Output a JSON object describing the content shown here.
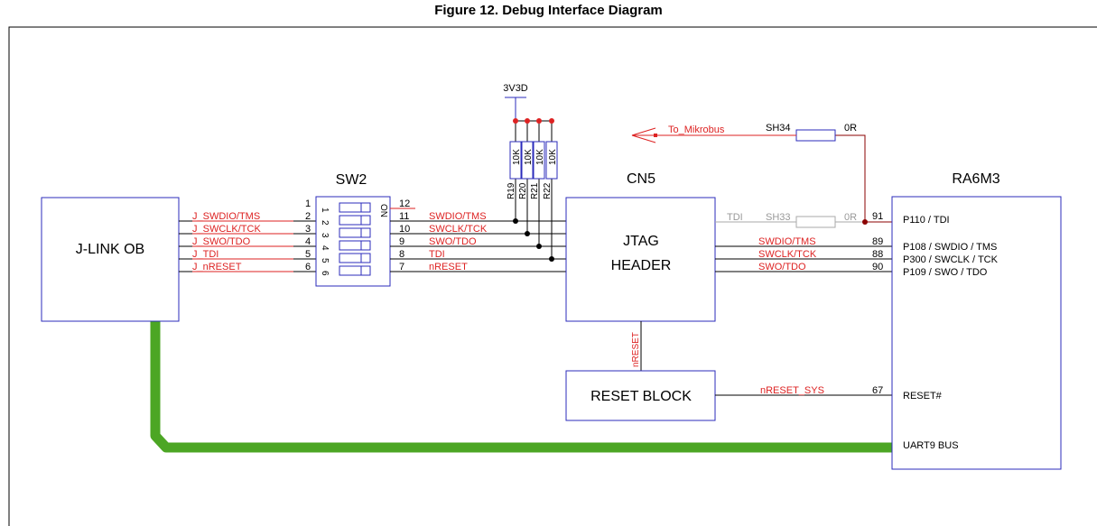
{
  "figure_title": "Figure 12. Debug Interface Diagram",
  "colors": {
    "signal": "#dd2222",
    "wire": "#000000",
    "bus": "#4ca624",
    "box": "#2b2bbb",
    "muted": "#999999",
    "junction": "#8b0000"
  },
  "blocks": {
    "jlink": "J-LINK OB",
    "sw2_title": "SW2",
    "sw2_on": "ON",
    "cn5_title": "CN5",
    "cn5_line1": "JTAG",
    "cn5_line2": "HEADER",
    "reset_block": "RESET BLOCK",
    "mcu_title": "RA6M3"
  },
  "power": {
    "rail": "3V3D",
    "resistors": [
      {
        "ref": "R19",
        "value": "10K"
      },
      {
        "ref": "R20",
        "value": "10K"
      },
      {
        "ref": "R21",
        "value": "10K"
      },
      {
        "ref": "R22",
        "value": "10K"
      }
    ]
  },
  "sw2_pins_left": [
    "1",
    "2",
    "3",
    "4",
    "5",
    "6"
  ],
  "sw2_pins_right": [
    "12",
    "11",
    "10",
    "9",
    "8",
    "7"
  ],
  "sw2_switch_numbers": [
    "1",
    "2",
    "3",
    "4",
    "5",
    "6"
  ],
  "left_nets": [
    "J_SWDIO/TMS",
    "J_SWCLK/TCK",
    "J_SWO/TDO",
    "J_TDI",
    "J_nRESET"
  ],
  "mid_nets": [
    "SWDIO/TMS",
    "SWCLK/TCK",
    "SWO/TDO",
    "TDI",
    "nRESET"
  ],
  "mikrobus": {
    "net": "To_Mikrobus",
    "ref": "SH34",
    "value": "0R"
  },
  "tdi_link": {
    "net": "TDI",
    "ref": "SH33",
    "value": "0R"
  },
  "right_nets": [
    "SWDIO/TMS",
    "SWCLK/TCK",
    "SWO/TDO"
  ],
  "mcu_pins": [
    {
      "num": "91",
      "name": "P110 / TDI"
    },
    {
      "num": "89",
      "name": "P108 / SWDIO / TMS"
    },
    {
      "num": "88",
      "name": "P300 / SWCLK / TCK"
    },
    {
      "num": "90",
      "name": "P109 / SWO / TDO"
    },
    {
      "num": "67",
      "name": "RESET#"
    }
  ],
  "uart": "UART9 BUS",
  "reset_net_vertical": "nRESET",
  "reset_sys_net": "nRESET_SYS"
}
